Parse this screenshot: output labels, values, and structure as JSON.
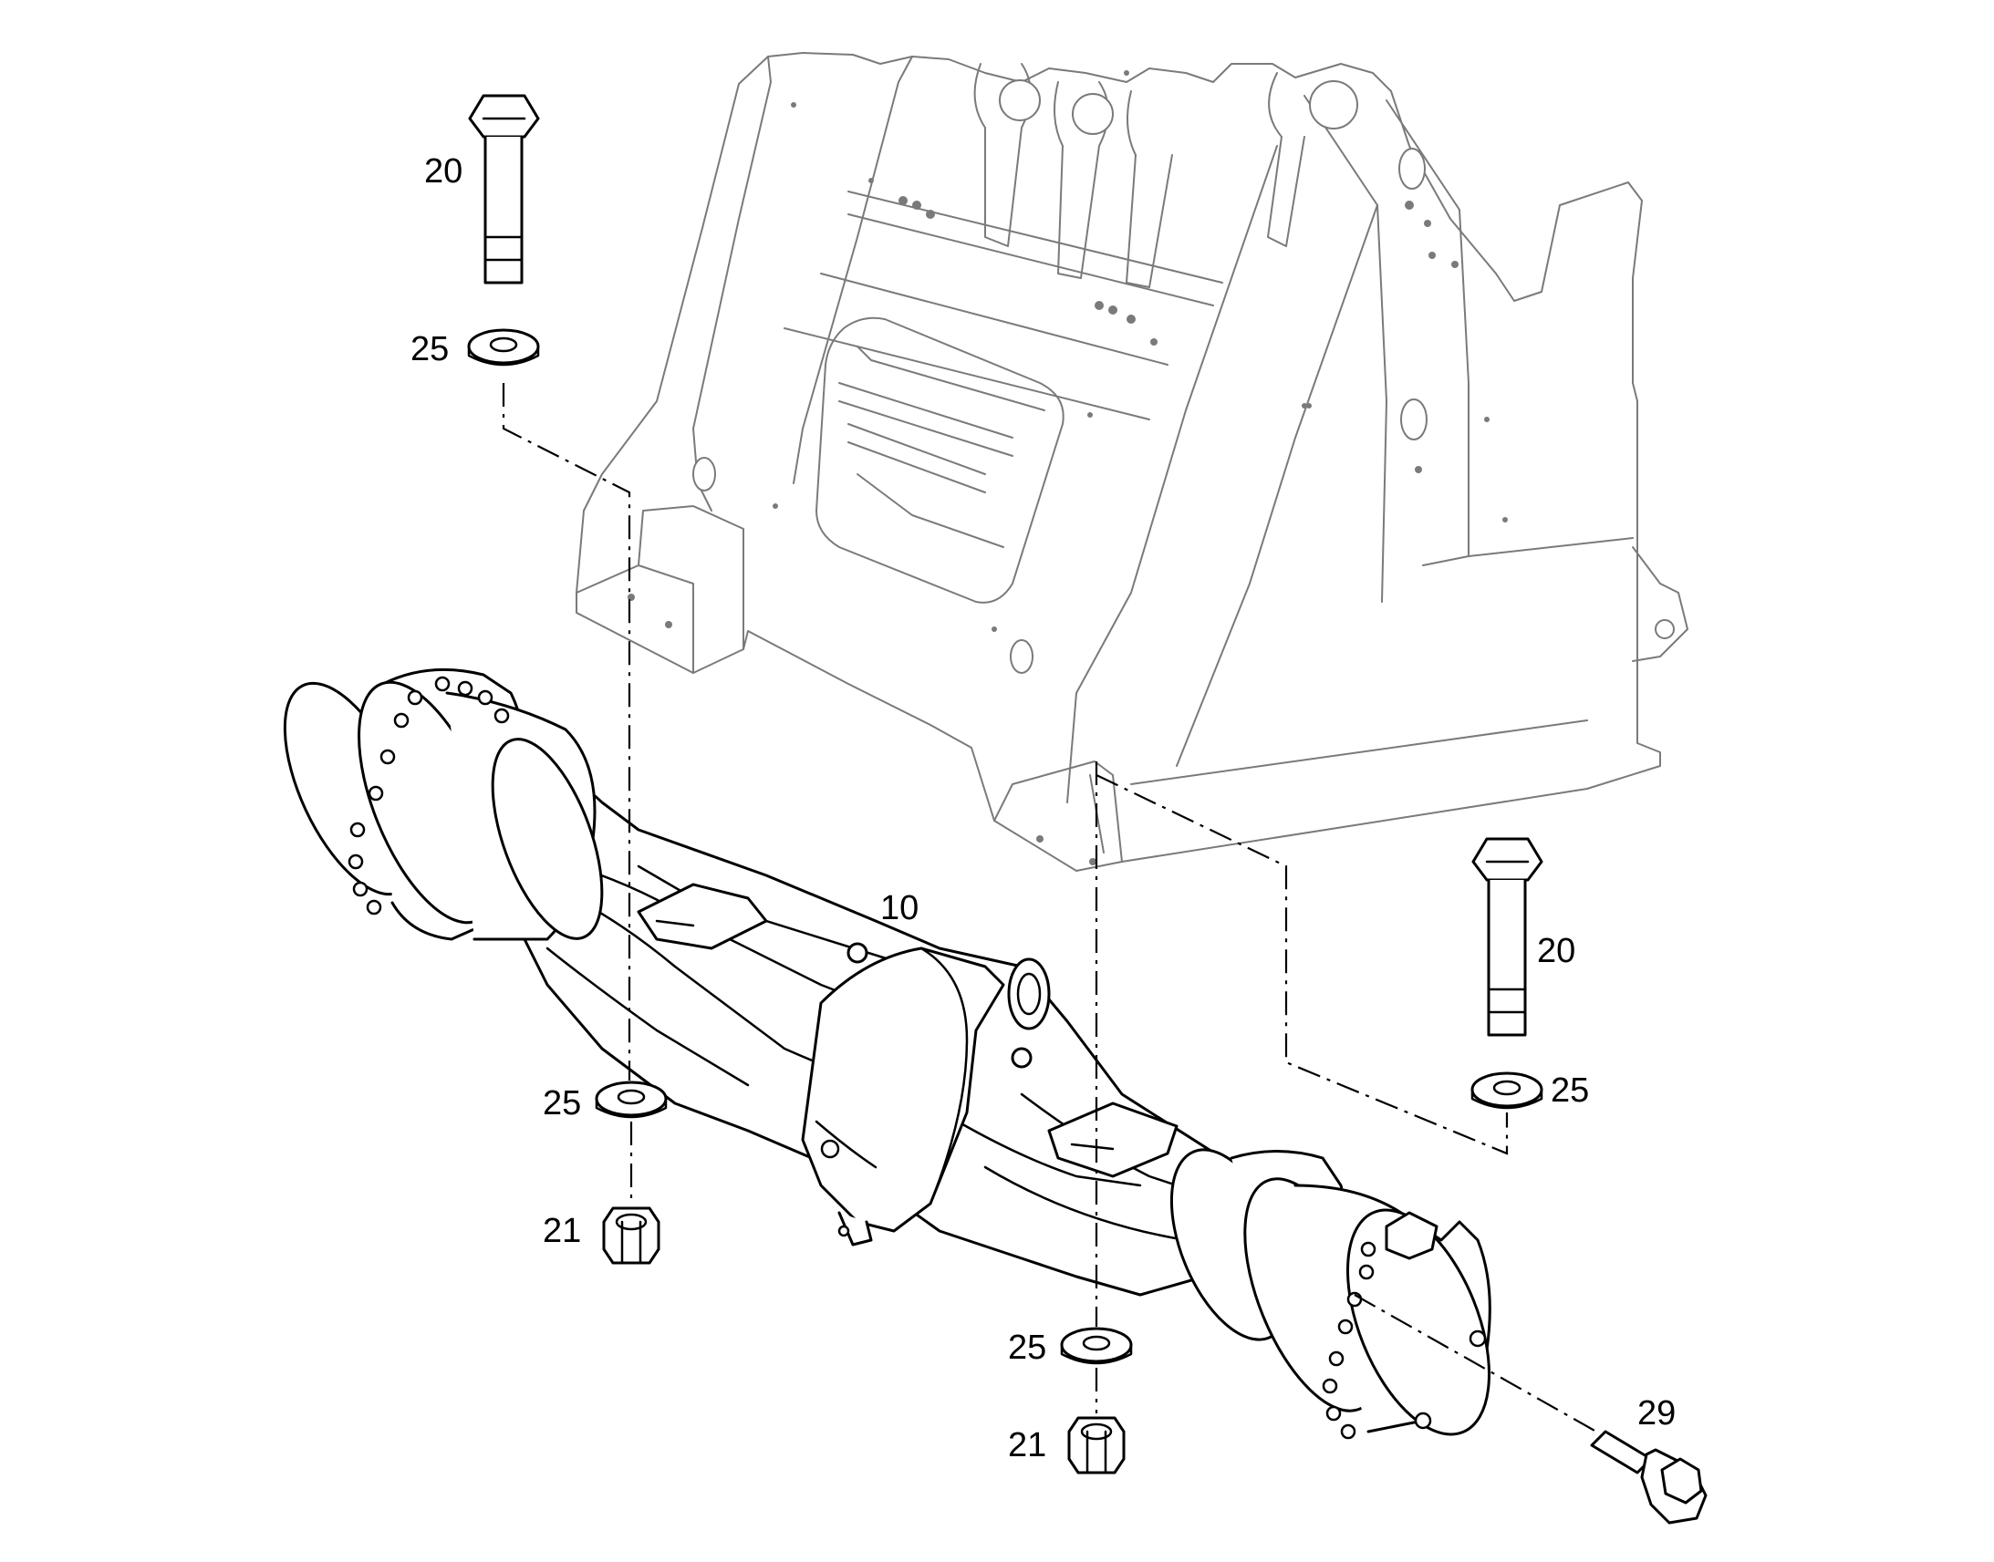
{
  "callouts": {
    "axle": "10",
    "bolt_top_left": "20",
    "washer_top_left": "25",
    "bolt_right": "20",
    "washer_right": "25",
    "washer_bottom_left": "25",
    "nut_bottom_left": "21",
    "washer_bottom_center": "25",
    "nut_bottom_center": "21",
    "wheel_bolt": "29"
  }
}
